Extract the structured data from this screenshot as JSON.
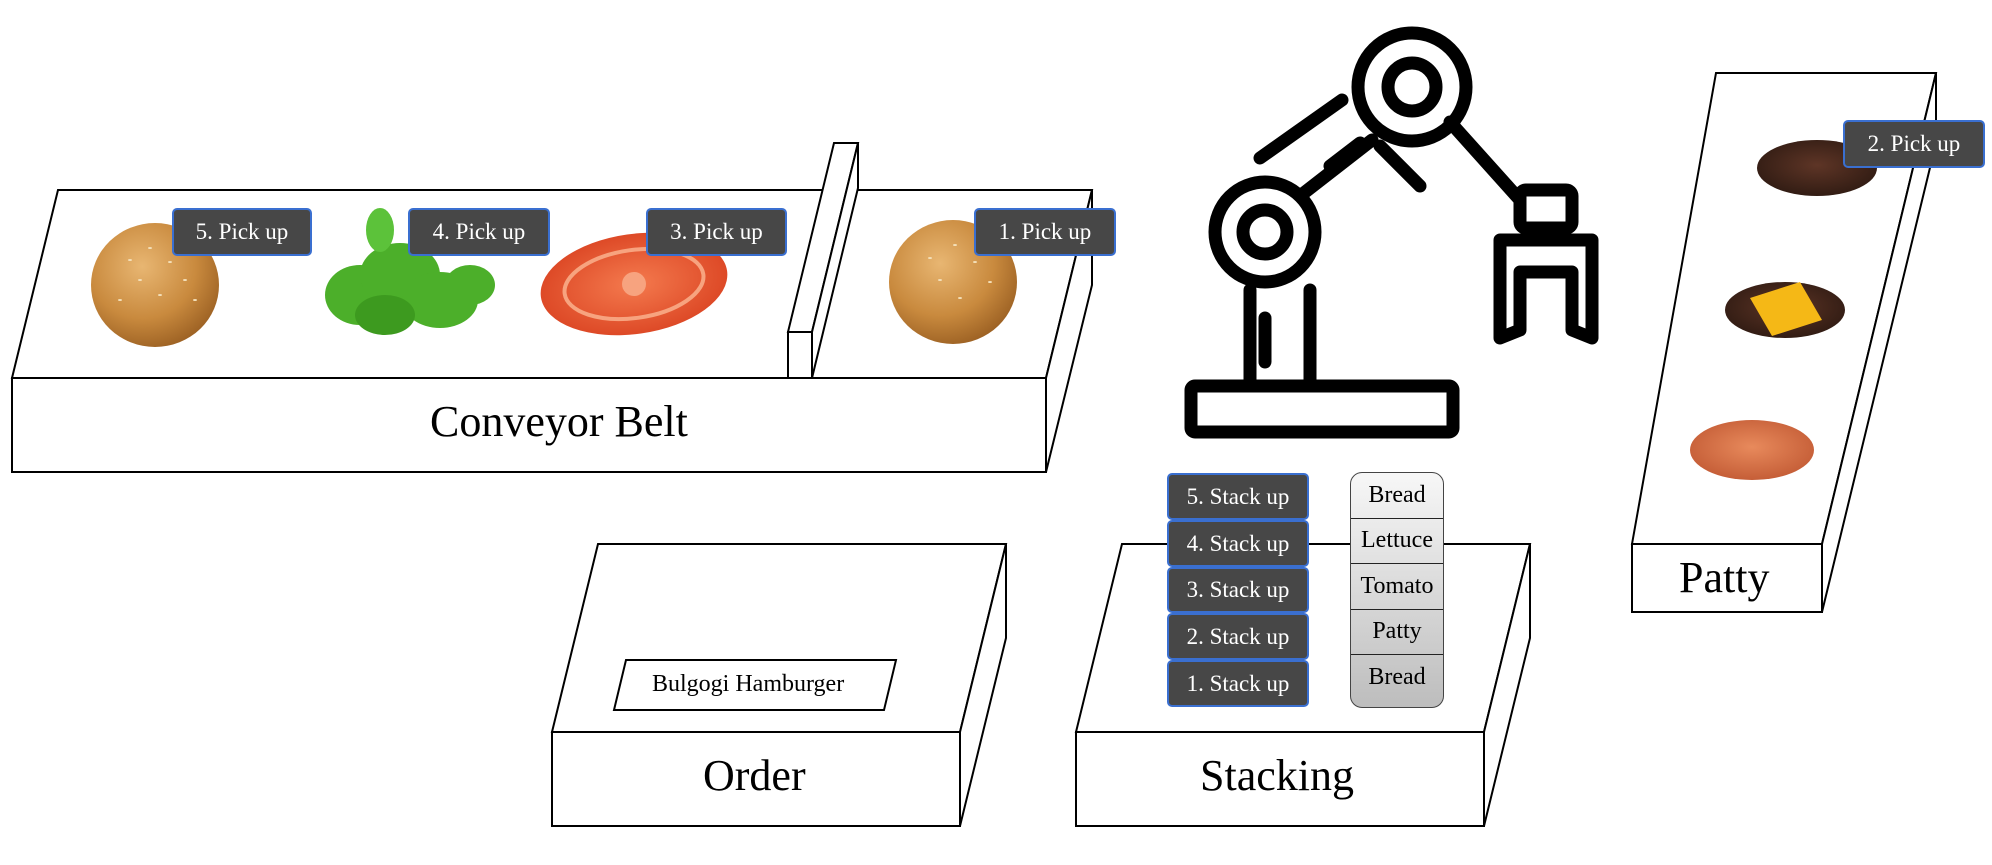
{
  "conveyor": {
    "title": "Conveyor Belt",
    "buttons": [
      "5. Pick up",
      "4. Pick up",
      "3. Pick up",
      "1. Pick up"
    ]
  },
  "patty_station": {
    "title": "Patty",
    "button": "2. Pick  up"
  },
  "order_station": {
    "title": "Order",
    "order_text": "Bulgogi Hamburger"
  },
  "stacking_station": {
    "title": "Stacking",
    "buttons": [
      "5. Stack up",
      "4. Stack up",
      "3. Stack up",
      "2. Stack  up",
      "1. Stack up"
    ],
    "layers": [
      "Bread",
      "Lettuce",
      "Tomato",
      "Patty",
      "Bread"
    ]
  },
  "colors": {
    "button_bg": "#474747",
    "button_border": "#3a6fd0",
    "bun": "#c98a3e",
    "lettuce": "#4caf2a",
    "tomato": "#e8512e",
    "patty": "#4a2a1e",
    "cheese": "#f5b816",
    "raw_patty": "#d9714a"
  },
  "icons": [
    "robot-arm-icon",
    "bun-icon",
    "lettuce-icon",
    "tomato-icon",
    "patty-icon",
    "cheese-patty-icon",
    "raw-patty-icon"
  ]
}
